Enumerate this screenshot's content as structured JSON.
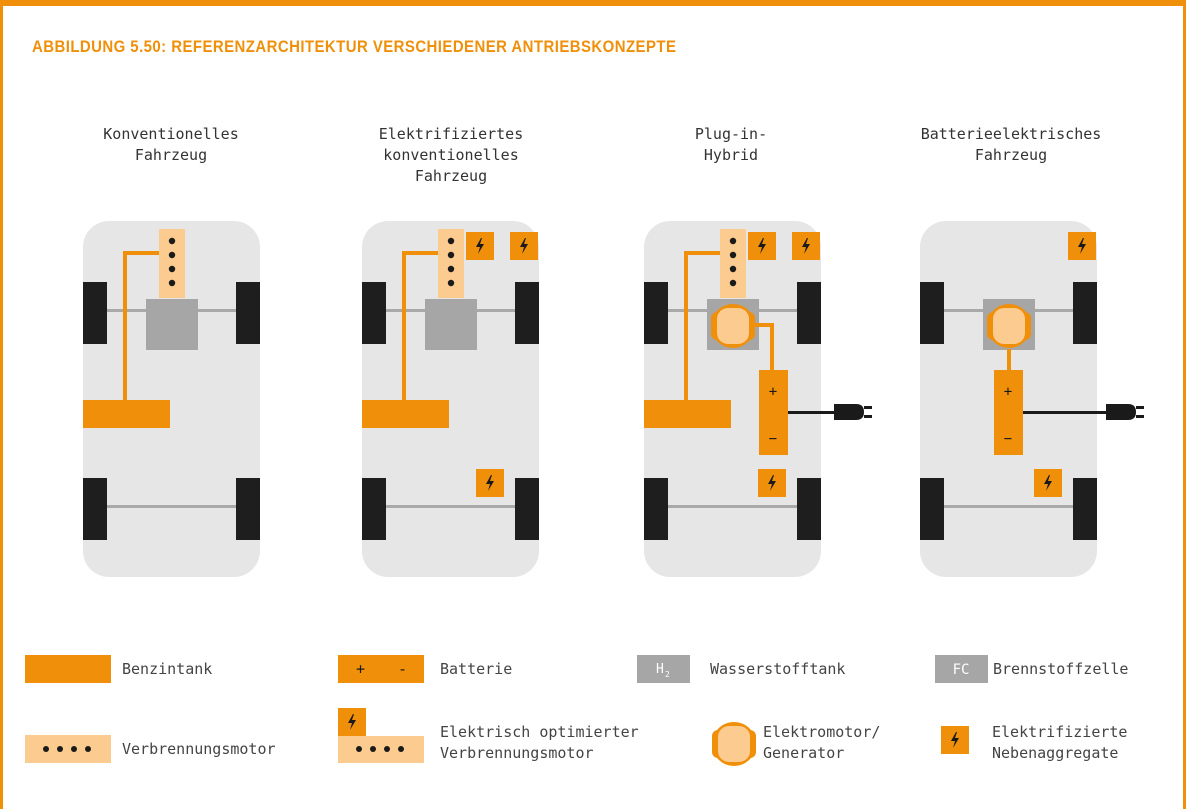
{
  "title": "ABBILDUNG 5.50: REFERENZARCHITEKTUR VERSCHIEDENER ANTRIEBSKONZEPTE",
  "colors": {
    "accent": "#f0900a",
    "engine": "#fccb90",
    "body": "#e6e6e6",
    "tank": "#a6a6a6",
    "wheel": "#1e1e1e",
    "axle": "#a9a9a9",
    "cable": "#1a1a1a"
  },
  "vehicles": [
    {
      "label": "Konventionelles\nFahrzeug"
    },
    {
      "label": "Elektrifiziertes\nkonventionelles\nFahrzeug"
    },
    {
      "label": "Plug-in-\nHybrid"
    },
    {
      "label": "Batterieelektrisches\nFahrzeug"
    }
  ],
  "battery_signs": {
    "plus": "+",
    "minus": "−"
  },
  "legend": {
    "benzintank": "Benzintank",
    "batterie": "Batterie",
    "batterie_plus": "+",
    "batterie_minus": "-",
    "h2_symbol": "H",
    "h2_sub": "2",
    "wasserstofftank": "Wasserstofftank",
    "fc_symbol": "FC",
    "brennstoffzelle": "Brennstoffzelle",
    "verbrennungsmotor": "Verbrennungsmotor",
    "elektrisch_optimiert": "Elektrisch optimierter\nVerbrennungsmotor",
    "elektromotor": "Elektromotor/\nGenerator",
    "nebenaggregate": "Elektrifizierte\nNebenaggregate"
  },
  "icons": [
    "lightning-icon",
    "plug-icon",
    "motor-generator-icon",
    "engine-dots-icon"
  ]
}
